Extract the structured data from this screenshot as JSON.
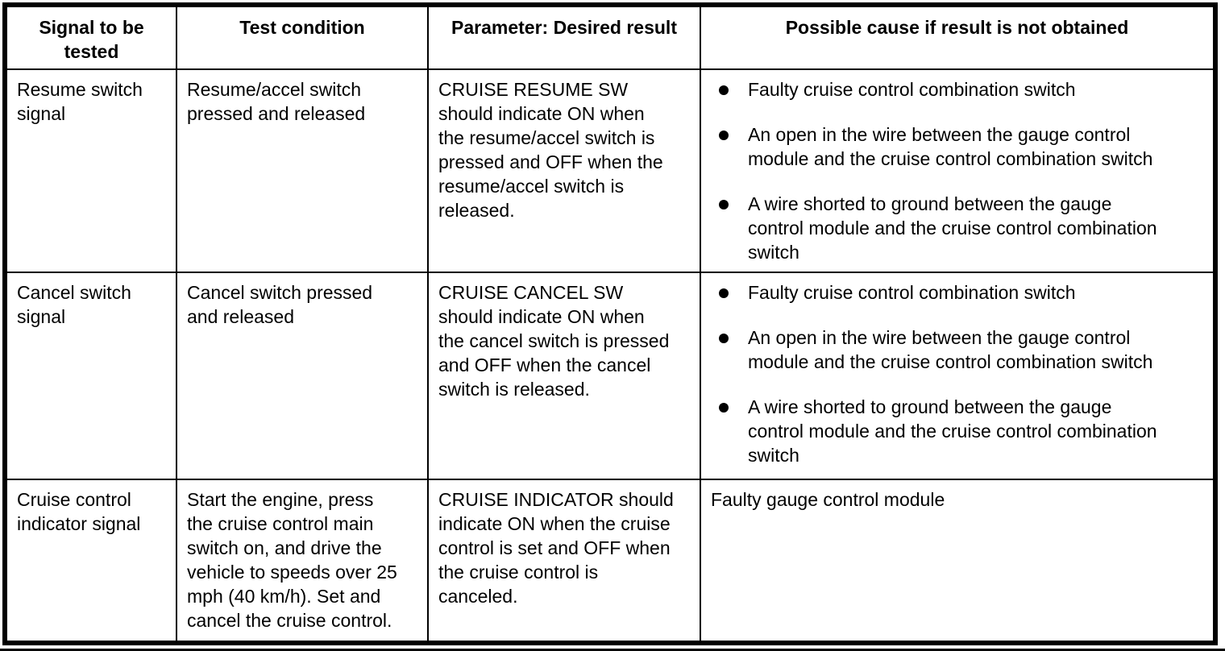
{
  "colors": {
    "border": "#000000",
    "text": "#000000",
    "background": "#ffffff"
  },
  "icons": {
    "bullet_icon": "filled-circle"
  },
  "table": {
    "headers": [
      {
        "label": "Signal to be tested"
      },
      {
        "label": "Test condition"
      },
      {
        "label": "Parameter: Desired result"
      },
      {
        "label": "Possible cause if result is not obtained"
      }
    ],
    "rows": [
      {
        "signal": "Resume switch signal",
        "condition": "Resume/accel switch pressed and released",
        "parameter": "CRUISE RESUME SW should indicate ON when the resume/accel switch is pressed and OFF when the resume/accel switch is released.",
        "causes_bulleted": "true",
        "causes": [
          "Faulty cruise control combination switch",
          "An open in the wire between the gauge control module and the cruise control combination switch",
          "A wire shorted to ground between the gauge control module and the cruise control combination switch"
        ]
      },
      {
        "signal": "Cancel switch signal",
        "condition": "Cancel switch pressed and released",
        "parameter": "CRUISE CANCEL SW should indicate ON when the cancel switch is pressed and OFF when the cancel switch is released.",
        "causes_bulleted": "true",
        "causes": [
          "Faulty cruise control combination switch",
          "An open in the wire between the gauge control module and the cruise control combination switch",
          "A wire shorted to ground between the gauge control module and the cruise control combination switch"
        ]
      },
      {
        "signal": "Cruise control indicator signal",
        "condition": "Start the engine, press the cruise control main switch on, and drive the vehicle to speeds over 25 mph (40 km/h). Set and cancel the cruise control.",
        "parameter": "CRUISE INDICATOR should indicate ON when the cruise control is set and OFF when the cruise control is canceled.",
        "causes_bulleted": "false",
        "causes": [
          "Faulty gauge control module"
        ]
      }
    ]
  }
}
